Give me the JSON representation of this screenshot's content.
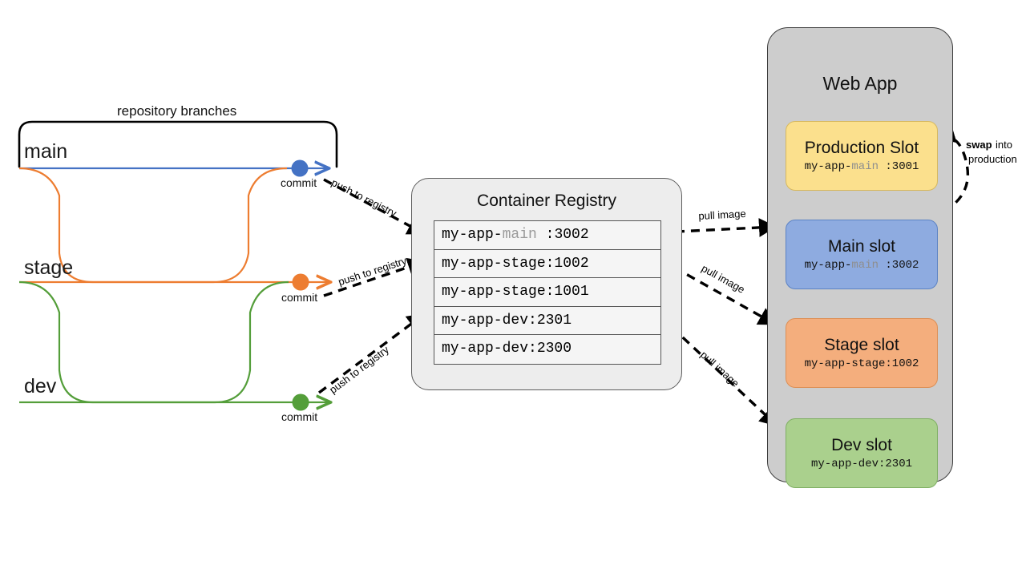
{
  "colors": {
    "main_branch": "#4472C4",
    "stage_branch": "#ED7D31",
    "dev_branch": "#549E3A",
    "prod_slot": "#FBE08D",
    "main_slot": "#8EABE0",
    "stage_slot": "#F4AE7D",
    "dev_slot": "#AAD08D",
    "registry_bg": "#EDEDED",
    "webapp_bg": "#CDCDCD",
    "dim_text": "#9A9A9A"
  },
  "repository": {
    "bracket_label": "repository branches",
    "branches": [
      {
        "name": "main",
        "commit_label": "commit",
        "color": "#4472C4"
      },
      {
        "name": "stage",
        "commit_label": "commit",
        "color": "#ED7D31"
      },
      {
        "name": "dev",
        "commit_label": "commit",
        "color": "#549E3A"
      }
    ]
  },
  "edges": {
    "push_main": "push to registry",
    "push_stage": "push to registry",
    "push_dev": "push to registry",
    "pull_main": "pull image",
    "pull_stage": "pull image",
    "pull_dev": "pull image",
    "swap_bold": "swap",
    "swap_rest1": "into",
    "swap_rest2": "production"
  },
  "registry": {
    "title": "Container Registry",
    "images": [
      {
        "prefix": "my-app-",
        "dim": "main",
        "suffix": "  :3002"
      },
      {
        "prefix": "my-app-stage:1002",
        "dim": "",
        "suffix": ""
      },
      {
        "prefix": "my-app-stage:1001",
        "dim": "",
        "suffix": ""
      },
      {
        "prefix": "my-app-dev:2301",
        "dim": "",
        "suffix": ""
      },
      {
        "prefix": "my-app-dev:2300",
        "dim": "",
        "suffix": ""
      }
    ]
  },
  "webapp": {
    "title": "Web App",
    "slots": [
      {
        "name": "Production Slot",
        "prefix": "my-app-",
        "dim": "main",
        "suffix": "  :3001"
      },
      {
        "name": "Main slot",
        "prefix": "my-app-",
        "dim": "main",
        "suffix": " :3002"
      },
      {
        "name": "Stage slot",
        "prefix": "my-app-stage:1002",
        "dim": "",
        "suffix": ""
      },
      {
        "name": "Dev slot",
        "prefix": "my-app-dev:2301",
        "dim": "",
        "suffix": ""
      }
    ]
  }
}
